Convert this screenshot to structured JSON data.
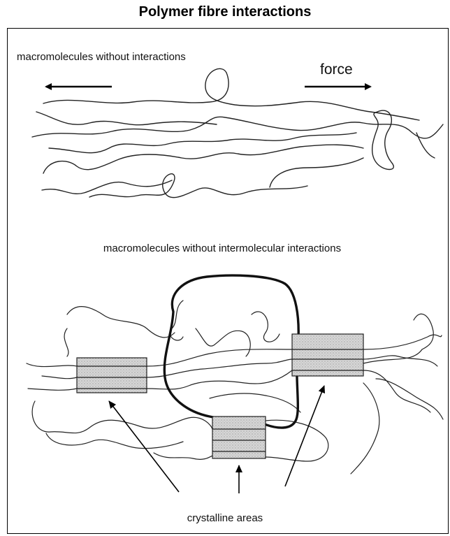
{
  "title": "Polymer fibre interactions",
  "top_panel": {
    "heading": "macromolecules without interactions",
    "force_label": "force"
  },
  "bottom_panel": {
    "heading": "macromolecules without intermolecular interactions",
    "crystalline_label": "crystalline areas"
  }
}
